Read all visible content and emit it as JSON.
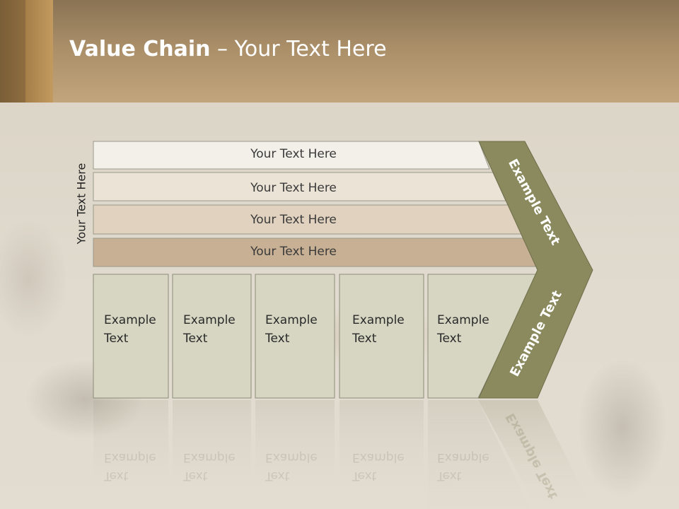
{
  "slide": {
    "title_bold": "Value Chain",
    "title_rest": " – Your Text Here",
    "side_label": "Your Text Here"
  },
  "rows": [
    {
      "label": "Your Text Here",
      "color": "#f3f0ea"
    },
    {
      "label": "Your Text Here",
      "color": "#ebe3d6"
    },
    {
      "label": "Your Text Here",
      "color": "#e0d2bf"
    },
    {
      "label": "Your Text Here",
      "color": "#c8b094"
    }
  ],
  "boxes": [
    {
      "line1": "Example",
      "line2": "Text"
    },
    {
      "line1": "Example",
      "line2": "Text"
    },
    {
      "line1": "Example",
      "line2": "Text"
    },
    {
      "line1": "Example",
      "line2": "Text"
    },
    {
      "line1": "Example",
      "line2": "Text"
    }
  ],
  "chevron": {
    "upper_label": "Example Text",
    "lower_label": "Example Text",
    "color": "#8a8a5e"
  },
  "colors": {
    "box_fill": "#d6d6c2",
    "box_stroke": "#8c8c7a"
  }
}
